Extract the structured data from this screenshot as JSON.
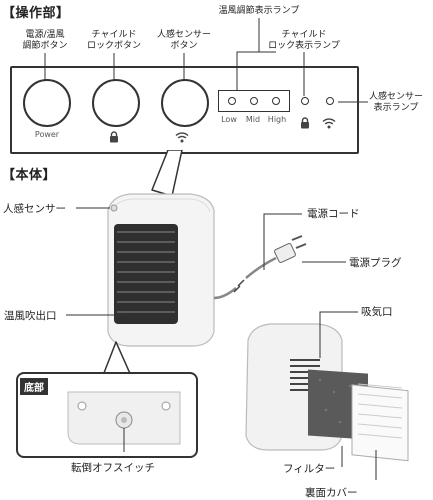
{
  "sections": {
    "operation_title": "【操作部】",
    "body_title": "【本体】"
  },
  "panel_labels": {
    "power_button": "電源/温風\n調節ボタン",
    "child_lock_button": "チャイルド\nロックボタン",
    "sensor_button": "人感センサー\nボタン",
    "heat_lamp": "温風調節表示ランプ",
    "child_lock_lamp": "チャイルド\nロック表示ランプ",
    "sensor_lamp": "人感センサー\n表示ランプ"
  },
  "panel_text": {
    "power": "Power",
    "low": "Low",
    "mid": "Mid",
    "high": "High"
  },
  "body_labels": {
    "sensor": "人感センサー",
    "power_cord": "電源コード",
    "power_plug": "電源プラグ",
    "outlet": "温風吹出口",
    "intake": "吸気口",
    "bottom": "底部",
    "tip_switch": "転倒オフスイッチ",
    "filter": "フィルター",
    "back_cover": "裏面カバー"
  },
  "icons": [
    "lock-icon",
    "wifi-icon"
  ],
  "colors": {
    "line": "#333333",
    "grille": "#3a3a3a",
    "filter": "#555555"
  }
}
